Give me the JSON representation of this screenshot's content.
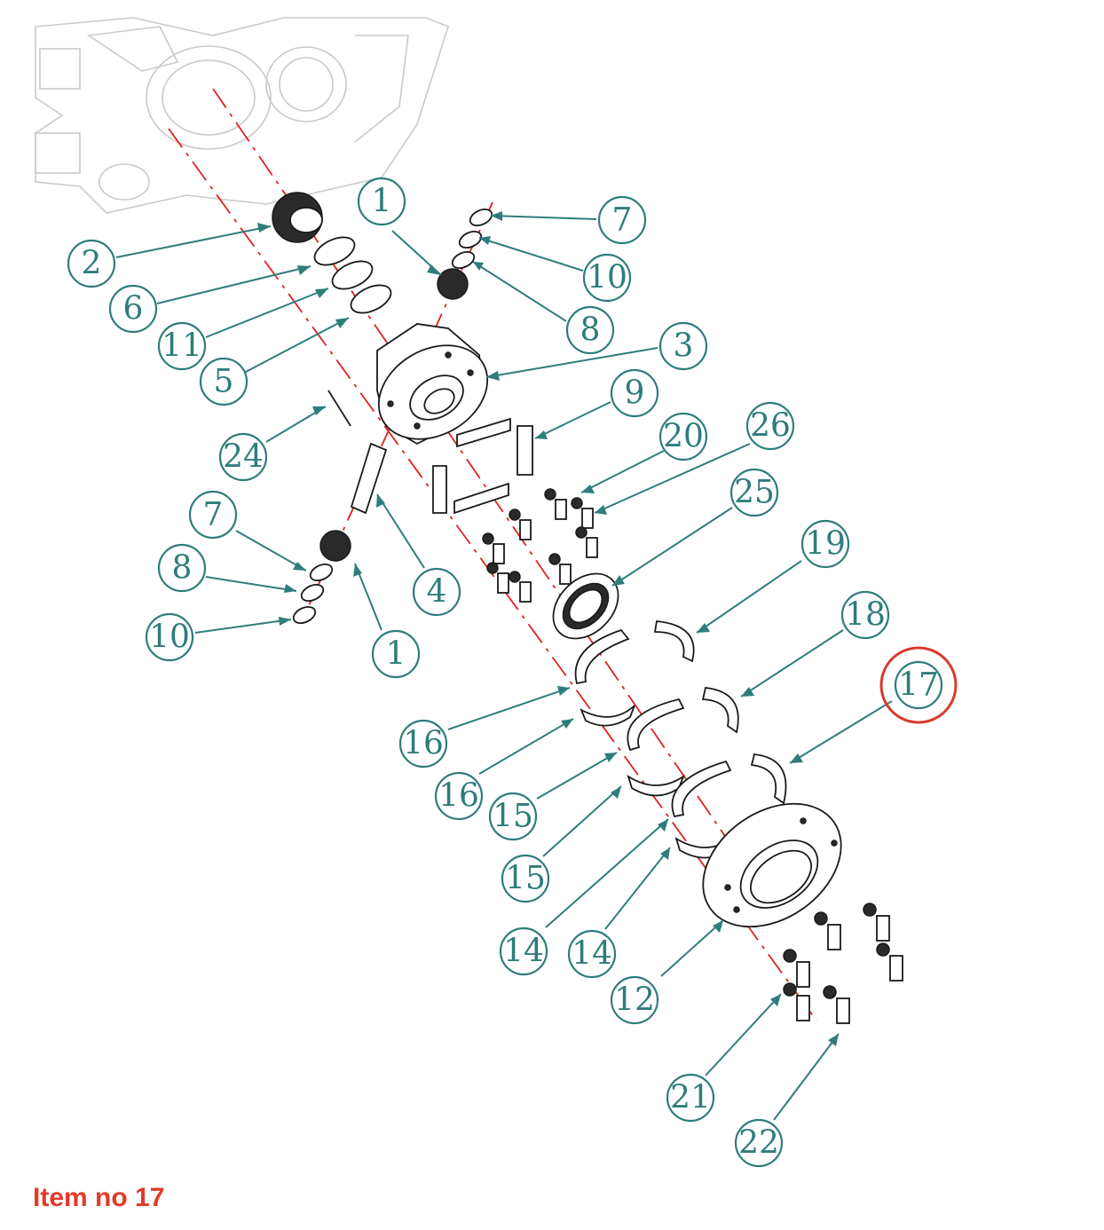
{
  "caption": "Item no 17",
  "highlighted_item": "17",
  "colors": {
    "balloon": "#2e7d7a",
    "axis": "#e02020",
    "highlight": "#d93a2b",
    "caption": "#e23b2a"
  },
  "balloons": [
    {
      "id": "b1a",
      "label": "1"
    },
    {
      "id": "b2",
      "label": "2"
    },
    {
      "id": "b3",
      "label": "3"
    },
    {
      "id": "b4",
      "label": "4"
    },
    {
      "id": "b5",
      "label": "5"
    },
    {
      "id": "b6",
      "label": "6"
    },
    {
      "id": "b7a",
      "label": "7"
    },
    {
      "id": "b7b",
      "label": "7"
    },
    {
      "id": "b8a",
      "label": "8"
    },
    {
      "id": "b8b",
      "label": "8"
    },
    {
      "id": "b9",
      "label": "9"
    },
    {
      "id": "b10a",
      "label": "10"
    },
    {
      "id": "b10b",
      "label": "10"
    },
    {
      "id": "b11",
      "label": "11"
    },
    {
      "id": "b1b",
      "label": "1"
    },
    {
      "id": "b12",
      "label": "12"
    },
    {
      "id": "b14a",
      "label": "14"
    },
    {
      "id": "b14b",
      "label": "14"
    },
    {
      "id": "b15a",
      "label": "15"
    },
    {
      "id": "b15b",
      "label": "15"
    },
    {
      "id": "b16a",
      "label": "16"
    },
    {
      "id": "b16b",
      "label": "16"
    },
    {
      "id": "b17",
      "label": "17"
    },
    {
      "id": "b18",
      "label": "18"
    },
    {
      "id": "b19",
      "label": "19"
    },
    {
      "id": "b20",
      "label": "20"
    },
    {
      "id": "b21",
      "label": "21"
    },
    {
      "id": "b22",
      "label": "22"
    },
    {
      "id": "b24",
      "label": "24"
    },
    {
      "id": "b25",
      "label": "25"
    },
    {
      "id": "b26",
      "label": "26"
    }
  ]
}
